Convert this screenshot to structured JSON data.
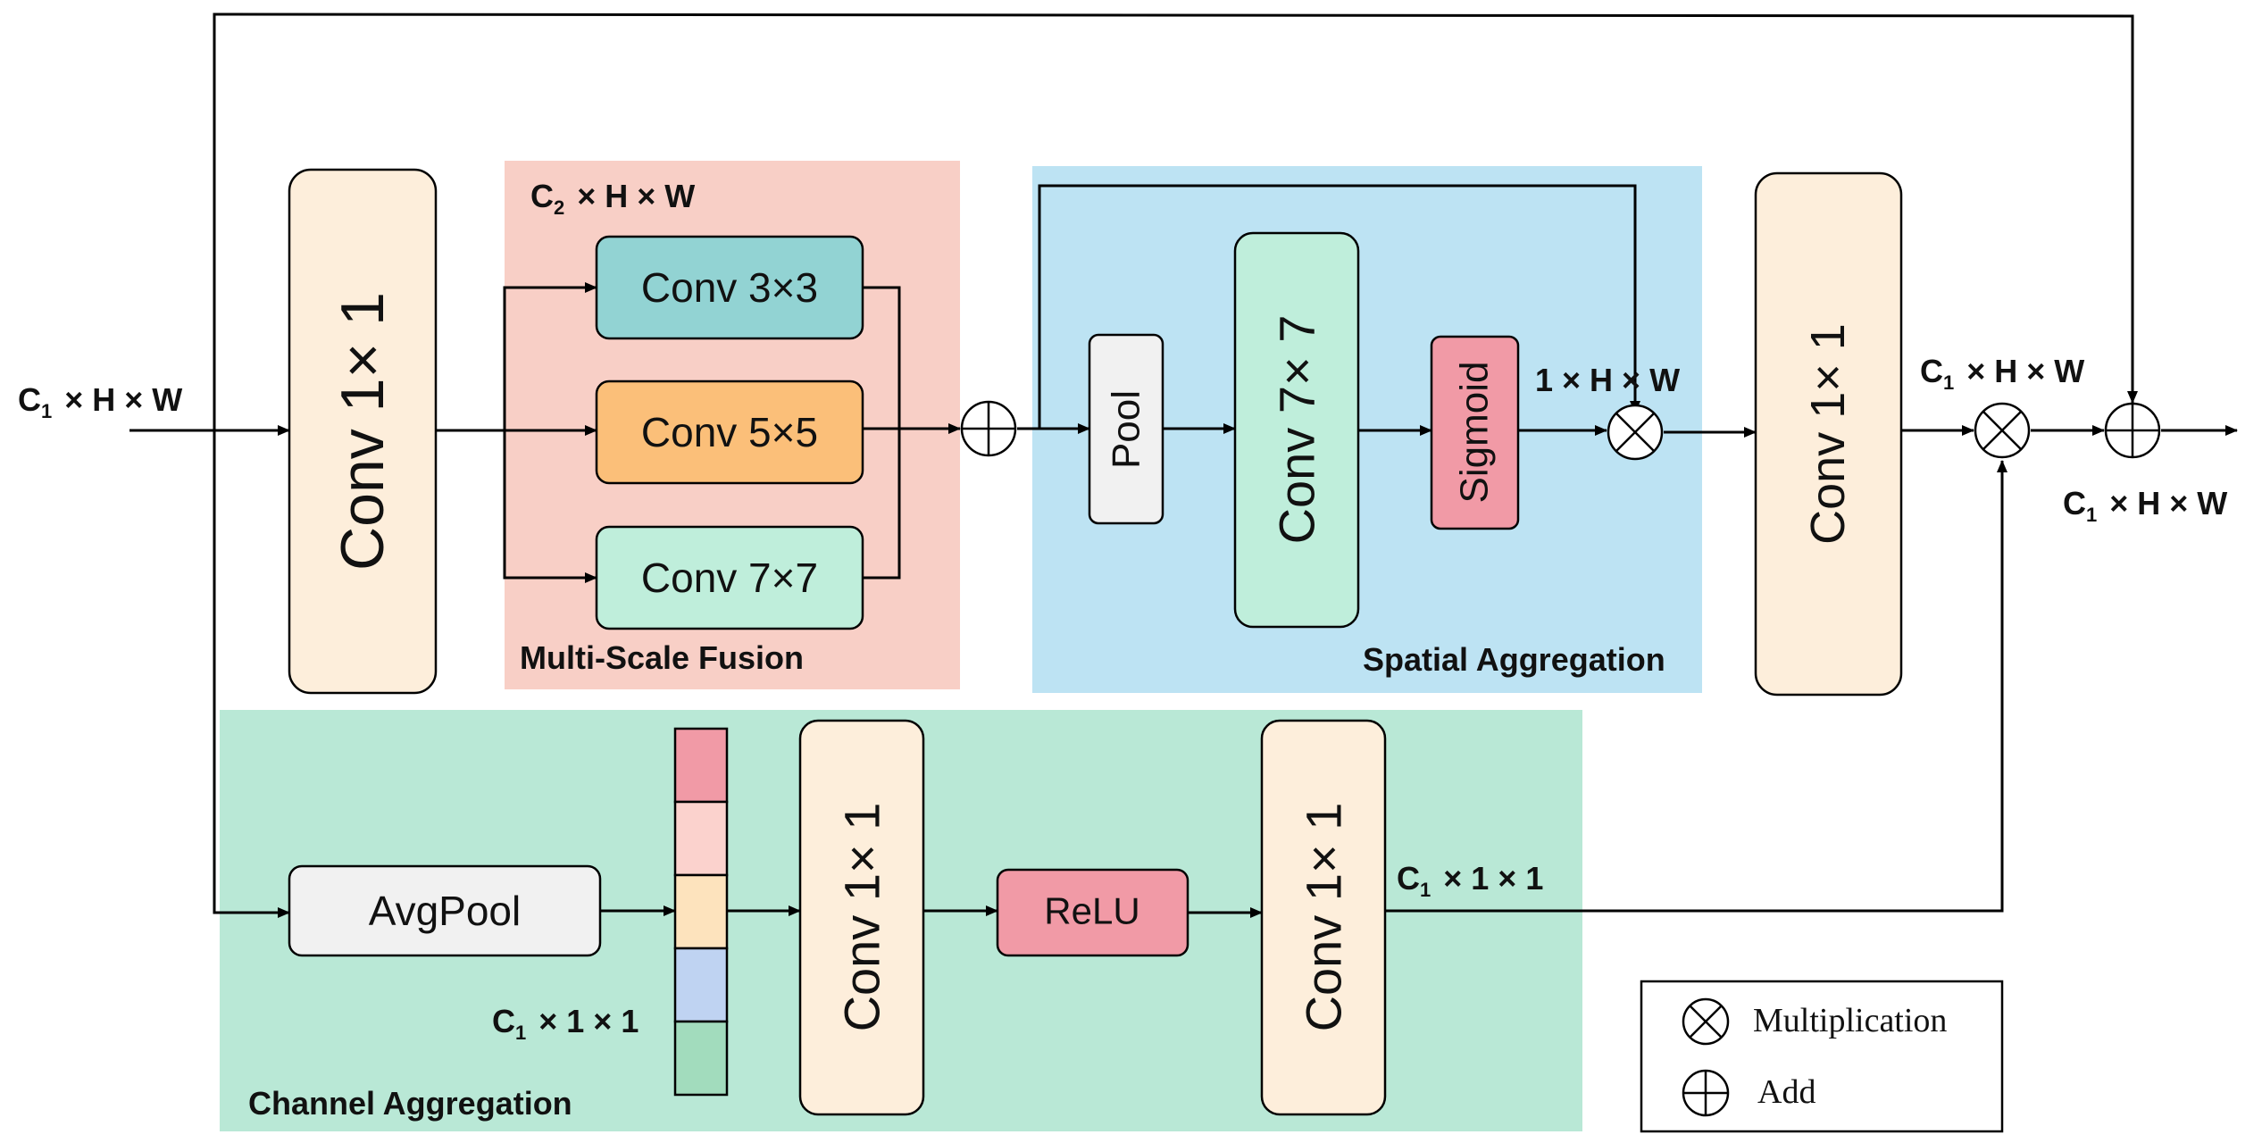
{
  "regions": {
    "multi_scale": {
      "label": "Multi-Scale Fusion",
      "dims": "C",
      "dims_sub": "2",
      "dims_rest": "× H × W",
      "color": "#f8cfc6"
    },
    "spatial": {
      "label": "Spatial Aggregation",
      "color": "#bde3f3"
    },
    "channel": {
      "label": "Channel Aggregation",
      "color": "#b9e8d6"
    }
  },
  "blocks": {
    "conv_in": {
      "label": "Conv 1× 1",
      "color": "#fdeedb"
    },
    "conv3": {
      "label": "Conv 3×3",
      "color": "#92d3d3"
    },
    "conv5": {
      "label": "Conv 5×5",
      "color": "#fbbf79"
    },
    "conv7": {
      "label": "Conv 7×7",
      "color": "#bfeedb"
    },
    "pool": {
      "label": "Pool",
      "color": "#f1f1f1"
    },
    "conv_sa": {
      "label": "Conv 7× 7",
      "color": "#bfeedb"
    },
    "sigmoid": {
      "label": "Sigmoid",
      "color": "#f19aa6"
    },
    "conv_out": {
      "label": "Conv 1× 1",
      "color": "#fdeedb"
    },
    "avgpool": {
      "label": "AvgPool",
      "color": "#f1f1f1"
    },
    "conv_ca1": {
      "label": "Conv 1× 1",
      "color": "#fdeedb"
    },
    "relu": {
      "label": "ReLU",
      "color": "#f19aa6"
    },
    "conv_ca2": {
      "label": "Conv 1× 1",
      "color": "#fdeedb"
    }
  },
  "vector_colors": [
    "#f19aa6",
    "#fbd2cd",
    "#fde3bd",
    "#bfd3f2",
    "#a2dcbd"
  ],
  "dims": {
    "input": {
      "main": "C",
      "sub": "1",
      "rest": "× H × W"
    },
    "spatial_map": {
      "text": "1 × H × W"
    },
    "after_conv": {
      "main": "C",
      "sub": "1",
      "rest": "× H × W"
    },
    "output": {
      "main": "C",
      "sub": "1",
      "rest": "× H × W"
    },
    "channel_vec": {
      "main": "C",
      "sub": "1",
      "rest": "× 1 × 1"
    },
    "channel_out": {
      "main": "C",
      "sub": "1",
      "rest": "× 1 × 1"
    }
  },
  "legend": {
    "multiplication": "Multiplication",
    "add": "Add"
  }
}
